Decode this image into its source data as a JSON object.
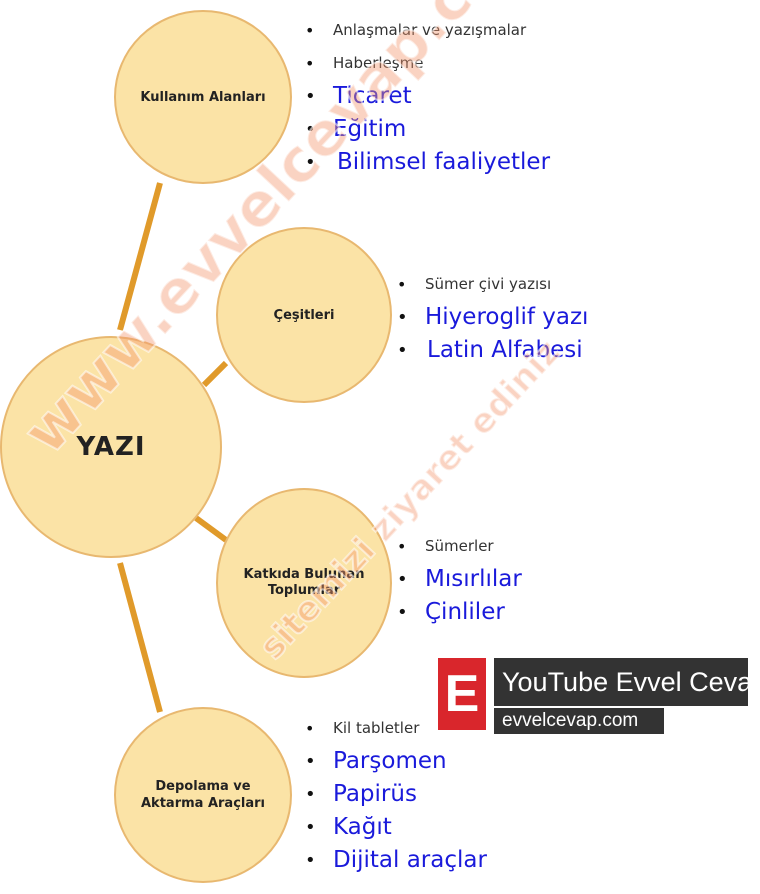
{
  "center": {
    "label": "YAZI"
  },
  "nodes": [
    {
      "label": "Kullanım Alanları",
      "items": [
        {
          "text": "Anlaşmalar ve yazışmalar",
          "style": "printed"
        },
        {
          "text": "Haberleşme",
          "style": "printed"
        },
        {
          "text": "Ticaret",
          "style": "handwritten"
        },
        {
          "text": "Eğitim",
          "style": "handwritten"
        },
        {
          "text": "Bilimsel faaliyetler",
          "style": "handwritten"
        }
      ]
    },
    {
      "label": "Çeşitleri",
      "items": [
        {
          "text": "Sümer çivi yazısı",
          "style": "printed"
        },
        {
          "text": "Hiyeroglif yazı",
          "style": "handwritten"
        },
        {
          "text": "Latin Alfabesi",
          "style": "handwritten"
        }
      ]
    },
    {
      "label": "Katkıda Bulunan Toplumlar",
      "items": [
        {
          "text": "Sümerler",
          "style": "printed"
        },
        {
          "text": "Mısırlılar",
          "style": "handwritten"
        },
        {
          "text": "Çinliler",
          "style": "handwritten"
        }
      ]
    },
    {
      "label": "Depolama ve Aktarma Araçları",
      "items": [
        {
          "text": "Kil tabletler",
          "style": "printed"
        },
        {
          "text": "Parşomen",
          "style": "handwritten"
        },
        {
          "text": "Papirüs",
          "style": "handwritten"
        },
        {
          "text": "Kağıt",
          "style": "handwritten"
        },
        {
          "text": "Dijital araçlar",
          "style": "handwritten"
        }
      ]
    }
  ],
  "watermark": {
    "main": "www.evvelcevap.com",
    "sub": "sitemizi ziyaret ediniz"
  },
  "badge": {
    "logo": "E",
    "title": "YouTube Evvel Cevap",
    "site": "evvelcevap.com"
  },
  "colors": {
    "node_fill": "#fbe3a6",
    "node_border": "#e8b870",
    "connector": "#e09a2a",
    "answer_text": "#1a1adb",
    "badge_red": "#d9262c",
    "badge_dark": "#333333"
  }
}
